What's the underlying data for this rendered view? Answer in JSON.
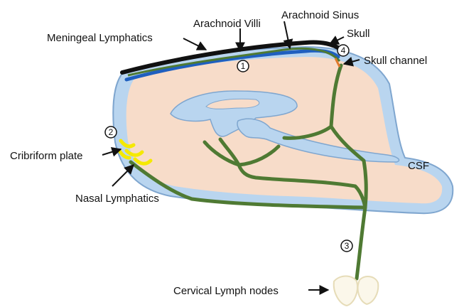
{
  "labels": {
    "meningeal_lymphatics": "Meningeal  Lymphatics",
    "arachnoid_villi": "Arachnoid Villi",
    "arachnoid_sinus": "Arachnoid Sinus",
    "skull": "Skull",
    "skull_channel": "Skull channel",
    "cribriform_plate": "Cribriform plate",
    "nasal_lymphatics": "Nasal Lymphatics",
    "csf": "CSF",
    "cervical_lymph_nodes": "Cervical Lymph nodes"
  },
  "markers": [
    "1",
    "2",
    "3",
    "4"
  ],
  "colors": {
    "skull_outline": "#111111",
    "csf_space": "#b9d5ef",
    "csf_outline": "#7fa6cf",
    "brain": "#f7dcc9",
    "lymphatic": "#4f7a33",
    "sinus": "#1f5fbf",
    "cribriform": "#f5e900",
    "skull_channel": "#e07a2a",
    "lymph_node": "#e6dcb8"
  }
}
